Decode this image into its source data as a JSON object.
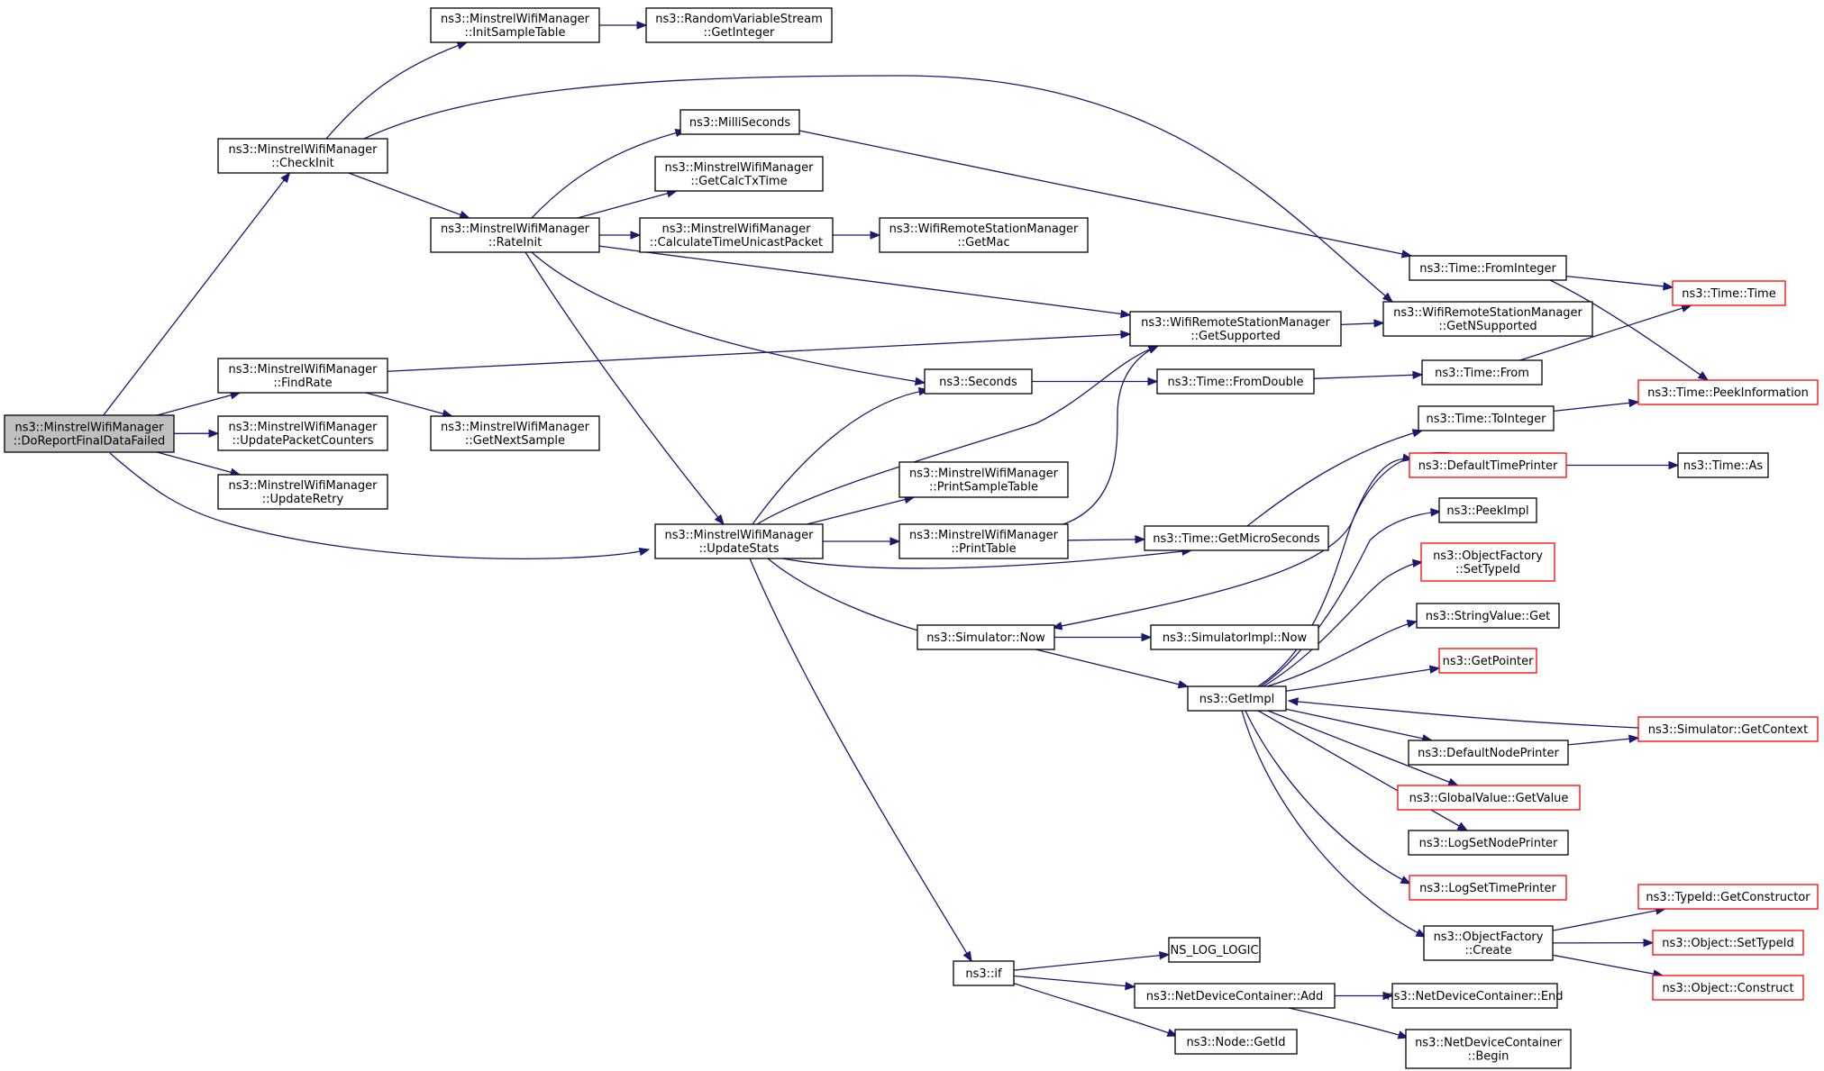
{
  "diagram": {
    "colors": {
      "edge": "#191970",
      "root_fill": "#bfbfbf",
      "truncated_border": "#ff0000",
      "node_border": "#000000"
    },
    "nodes": [
      {
        "id": "n0",
        "lines": [
          "ns3::MinstrelWifiManager",
          "::DoReportFinalDataFailed"
        ],
        "style": "root"
      },
      {
        "id": "n1",
        "lines": [
          "ns3::MinstrelWifiManager",
          "::CheckInit"
        ]
      },
      {
        "id": "n2",
        "lines": [
          "ns3::MinstrelWifiManager",
          "::FindRate"
        ]
      },
      {
        "id": "n3",
        "lines": [
          "ns3::MinstrelWifiManager",
          "::UpdatePacketCounters"
        ]
      },
      {
        "id": "n4",
        "lines": [
          "ns3::MinstrelWifiManager",
          "::UpdateRetry"
        ]
      },
      {
        "id": "n5",
        "lines": [
          "ns3::MinstrelWifiManager",
          "::InitSampleTable"
        ]
      },
      {
        "id": "n6",
        "lines": [
          "ns3::RandomVariableStream",
          "::GetInteger"
        ]
      },
      {
        "id": "n7",
        "lines": [
          "ns3::MinstrelWifiManager",
          "::RateInit"
        ]
      },
      {
        "id": "n8",
        "lines": [
          "ns3::MinstrelWifiManager",
          "::GetNextSample"
        ]
      },
      {
        "id": "n9",
        "lines": [
          "ns3::MinstrelWifiManager",
          "::UpdateStats"
        ]
      },
      {
        "id": "n10",
        "lines": [
          "ns3::MilliSeconds"
        ]
      },
      {
        "id": "n11",
        "lines": [
          "ns3::MinstrelWifiManager",
          "::GetCalcTxTime"
        ]
      },
      {
        "id": "n12",
        "lines": [
          "ns3::MinstrelWifiManager",
          "::CalculateTimeUnicastPacket"
        ]
      },
      {
        "id": "n13",
        "lines": [
          "ns3::WifiRemoteStationManager",
          "::GetMac"
        ]
      },
      {
        "id": "n14",
        "lines": [
          "ns3::WifiRemoteStationManager",
          "::GetSupported"
        ]
      },
      {
        "id": "n15",
        "lines": [
          "ns3::Seconds"
        ]
      },
      {
        "id": "n16",
        "lines": [
          "ns3::MinstrelWifiManager",
          "::PrintSampleTable"
        ]
      },
      {
        "id": "n17",
        "lines": [
          "ns3::MinstrelWifiManager",
          "::PrintTable"
        ]
      },
      {
        "id": "n18",
        "lines": [
          "ns3::Simulator::Now"
        ]
      },
      {
        "id": "n19",
        "lines": [
          "ns3::if"
        ]
      },
      {
        "id": "n20",
        "lines": [
          "ns3::Time::FromInteger"
        ]
      },
      {
        "id": "n21",
        "lines": [
          "ns3::WifiRemoteStationManager",
          "::GetNSupported"
        ]
      },
      {
        "id": "n22",
        "lines": [
          "ns3::Time::FromDouble"
        ]
      },
      {
        "id": "n23",
        "lines": [
          "ns3::Time::GetMicroSeconds"
        ]
      },
      {
        "id": "n24",
        "lines": [
          "ns3::SimulatorImpl::Now"
        ]
      },
      {
        "id": "n25",
        "lines": [
          "ns3::GetImpl"
        ]
      },
      {
        "id": "n26",
        "lines": [
          "NS_LOG_LOGIC"
        ]
      },
      {
        "id": "n27",
        "lines": [
          "ns3::NetDeviceContainer::Add"
        ]
      },
      {
        "id": "n28",
        "lines": [
          "ns3::Node::GetId"
        ]
      },
      {
        "id": "n29",
        "lines": [
          "ns3::Time::Time"
        ],
        "style": "truncated"
      },
      {
        "id": "n30",
        "lines": [
          "ns3::Time::From"
        ]
      },
      {
        "id": "n31",
        "lines": [
          "ns3::Time::PeekInformation"
        ],
        "style": "truncated"
      },
      {
        "id": "n32",
        "lines": [
          "ns3::Time::ToInteger"
        ]
      },
      {
        "id": "n33",
        "lines": [
          "ns3::DefaultTimePrinter"
        ],
        "style": "truncated"
      },
      {
        "id": "n34",
        "lines": [
          "ns3::Time::As"
        ]
      },
      {
        "id": "n35",
        "lines": [
          "ns3::PeekImpl"
        ]
      },
      {
        "id": "n36",
        "lines": [
          "ns3::ObjectFactory",
          "::SetTypeId"
        ],
        "style": "truncated"
      },
      {
        "id": "n37",
        "lines": [
          "ns3::StringValue::Get"
        ]
      },
      {
        "id": "n38",
        "lines": [
          "ns3::GetPointer"
        ],
        "style": "truncated"
      },
      {
        "id": "n39",
        "lines": [
          "ns3::Simulator::GetContext"
        ],
        "style": "truncated"
      },
      {
        "id": "n40",
        "lines": [
          "ns3::DefaultNodePrinter"
        ]
      },
      {
        "id": "n41",
        "lines": [
          "ns3::GlobalValue::GetValue"
        ],
        "style": "truncated"
      },
      {
        "id": "n42",
        "lines": [
          "ns3::LogSetNodePrinter"
        ]
      },
      {
        "id": "n43",
        "lines": [
          "ns3::LogSetTimePrinter"
        ],
        "style": "truncated"
      },
      {
        "id": "n44",
        "lines": [
          "ns3::ObjectFactory",
          "::Create"
        ]
      },
      {
        "id": "n45",
        "lines": [
          "ns3::TypeId::GetConstructor"
        ],
        "style": "truncated"
      },
      {
        "id": "n46",
        "lines": [
          "ns3::Object::SetTypeId"
        ],
        "style": "truncated"
      },
      {
        "id": "n47",
        "lines": [
          "ns3::Object::Construct"
        ],
        "style": "truncated"
      },
      {
        "id": "n48",
        "lines": [
          "ns3::NetDeviceContainer::End"
        ]
      },
      {
        "id": "n49",
        "lines": [
          "ns3::NetDeviceContainer",
          "::Begin"
        ]
      }
    ],
    "edges": [
      [
        "n0",
        "n1"
      ],
      [
        "n0",
        "n2"
      ],
      [
        "n0",
        "n3"
      ],
      [
        "n0",
        "n4"
      ],
      [
        "n0",
        "n9"
      ],
      [
        "n1",
        "n5"
      ],
      [
        "n1",
        "n7"
      ],
      [
        "n1",
        "n21"
      ],
      [
        "n5",
        "n6"
      ],
      [
        "n7",
        "n10"
      ],
      [
        "n7",
        "n11"
      ],
      [
        "n7",
        "n12"
      ],
      [
        "n7",
        "n14"
      ],
      [
        "n7",
        "n15"
      ],
      [
        "n7",
        "n9"
      ],
      [
        "n12",
        "n13"
      ],
      [
        "n2",
        "n14"
      ],
      [
        "n2",
        "n8"
      ],
      [
        "n10",
        "n20"
      ],
      [
        "n20",
        "n29"
      ],
      [
        "n20",
        "n31"
      ],
      [
        "n14",
        "n21"
      ],
      [
        "n15",
        "n22"
      ],
      [
        "n22",
        "n30"
      ],
      [
        "n30",
        "n29"
      ],
      [
        "n32",
        "n31"
      ],
      [
        "n9",
        "n15"
      ],
      [
        "n9",
        "n14"
      ],
      [
        "n9",
        "n16"
      ],
      [
        "n9",
        "n17"
      ],
      [
        "n9",
        "n23"
      ],
      [
        "n9",
        "n18"
      ],
      [
        "n9",
        "n19"
      ],
      [
        "n17",
        "n14"
      ],
      [
        "n17",
        "n23"
      ],
      [
        "n23",
        "n32"
      ],
      [
        "n18",
        "n24"
      ],
      [
        "n18",
        "n25"
      ],
      [
        "n33",
        "n34"
      ],
      [
        "n33",
        "n18"
      ],
      [
        "n25",
        "n33"
      ],
      [
        "n25",
        "n35"
      ],
      [
        "n25",
        "n36"
      ],
      [
        "n25",
        "n37"
      ],
      [
        "n25",
        "n38"
      ],
      [
        "n25",
        "n40"
      ],
      [
        "n25",
        "n41"
      ],
      [
        "n25",
        "n42"
      ],
      [
        "n25",
        "n43"
      ],
      [
        "n25",
        "n44"
      ],
      [
        "n39",
        "n25"
      ],
      [
        "n40",
        "n39"
      ],
      [
        "n44",
        "n45"
      ],
      [
        "n44",
        "n46"
      ],
      [
        "n44",
        "n47"
      ],
      [
        "n19",
        "n26"
      ],
      [
        "n19",
        "n27"
      ],
      [
        "n19",
        "n28"
      ],
      [
        "n27",
        "n48"
      ],
      [
        "n27",
        "n49"
      ]
    ]
  }
}
